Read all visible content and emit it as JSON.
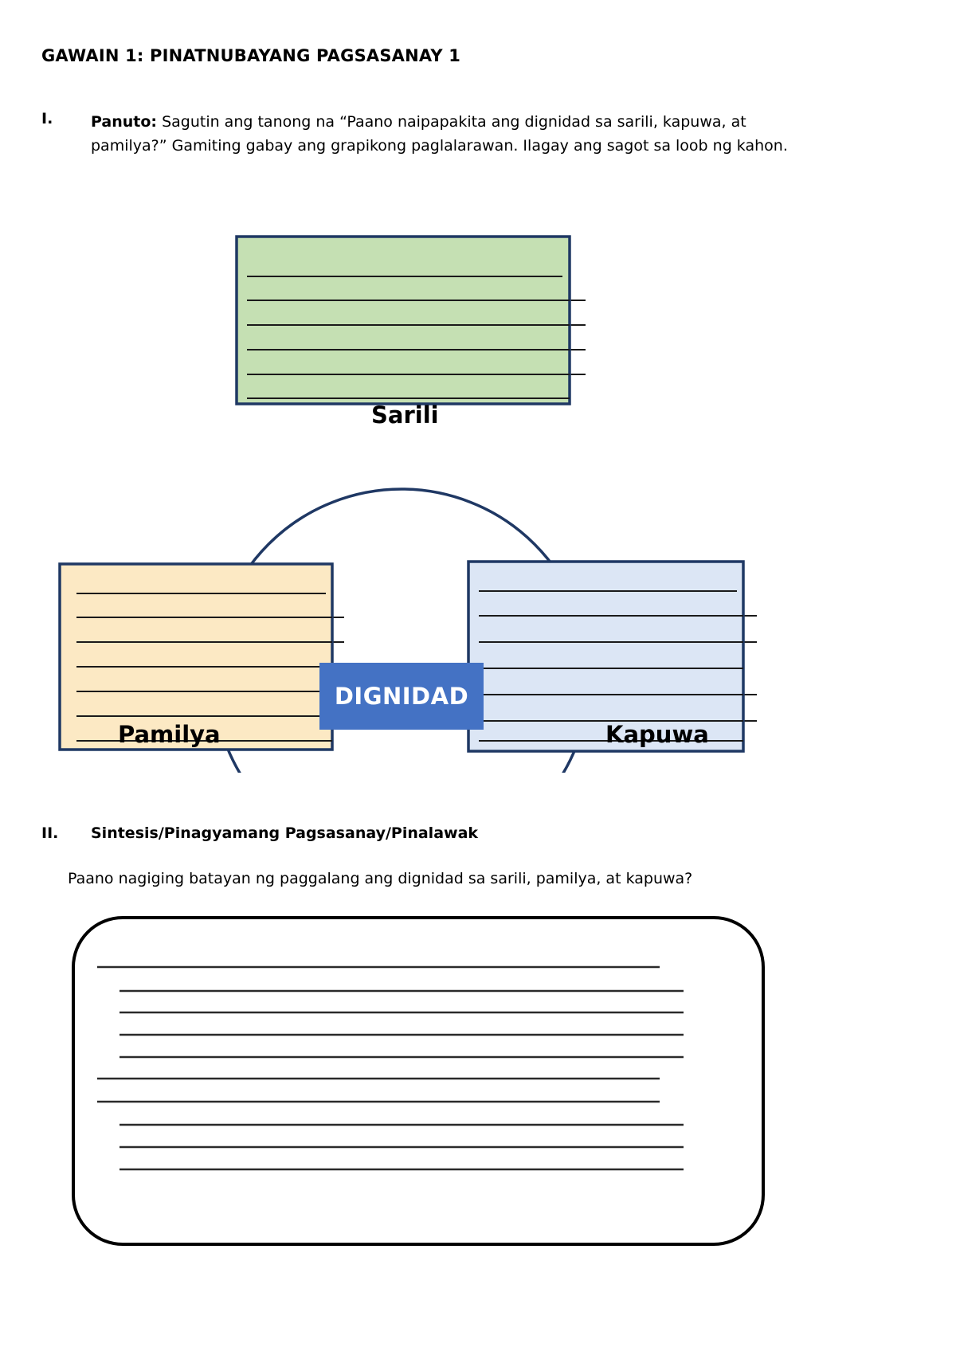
{
  "document": {
    "title": "GAWAIN 1: PINATNUBAYANG PAGSASANAY 1"
  },
  "section_one": {
    "numeral": "I.",
    "label": "Panuto:",
    "instruction": " Sagutin ang tanong na “Paano naipapakita ang dignidad sa sarili, kapuwa, at pamilya?” Gamiting gabay ang grapikong paglalarawan.  Ilagay ang sagot sa loob ng kahon."
  },
  "diagram": {
    "center_label": "DIGNIDAD",
    "center_color": "#4472C4",
    "center_text_color": "#FFFFFF",
    "outline_color": "#1F3864",
    "boxes": [
      {
        "name": "sarili",
        "label": "Sarili",
        "fill": "#C5E0B3",
        "border": "#1F3864",
        "lines": 7
      },
      {
        "name": "pamilya",
        "label": "Pamilya",
        "fill": "#FCE9C4",
        "border": "#1F3864",
        "lines": 7
      },
      {
        "name": "kapuwa",
        "label": "Kapuwa",
        "fill": "#DCE6F5",
        "border": "#1F3864",
        "lines": 8
      }
    ]
  },
  "section_two": {
    "numeral": "II.",
    "title": "Sintesis/Pinagyamang Pagsasanay/Pinalawak",
    "question": "Paano nagiging batayan ng paggalang ang dignidad sa sarili, pamilya, at kapuwa?"
  },
  "answer_box": {
    "shape": "rounded-rectangle",
    "border_color": "#000000",
    "line_count": 12
  }
}
